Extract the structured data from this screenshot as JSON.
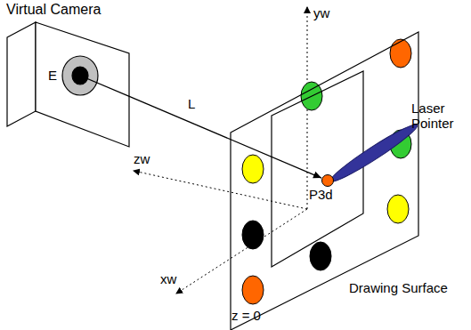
{
  "diagram": {
    "nodes": [
      {
        "text": [
          "Virtual Camera"
        ]
      },
      {
        "text": [
          "Drawing Surface",
          "z = 0"
        ]
      },
      {
        "text": [
          "P3d"
        ],
        "in": 1
      }
    ],
    "edges": [
      {
        "from": 0,
        "to": 2,
        "arrow": "to",
        "label": "L"
      }
    ],
    "labels": [
      "E",
      "yw",
      "zw",
      "xw",
      "Laser Pointer"
    ]
  }
}
